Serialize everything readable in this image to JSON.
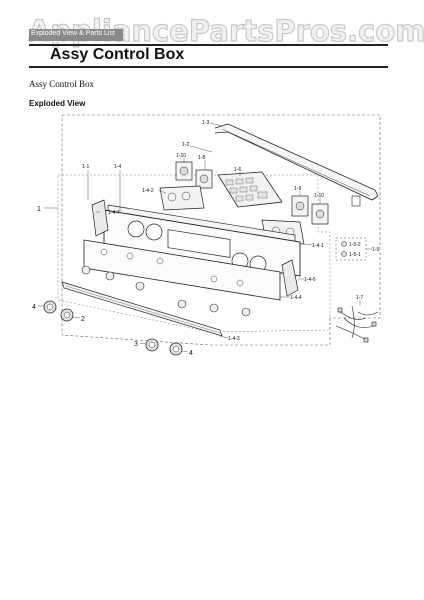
{
  "watermark": "AppliancePartsPros.com",
  "breadcrumb": "Exploded View & Parts List",
  "page_title": "Assy Control Box",
  "subtitle": "Assy Control Box",
  "section_title": "Exploded View",
  "callouts": {
    "c1_3": "1-3",
    "c1_2": "1-2",
    "c1_10a": "1-10",
    "c1_8": "1-8",
    "c1_6": "1-6",
    "c1_1": "1-1",
    "c1_4": "1-4",
    "c1_4_2": "1-4-2",
    "c1_4_7": "1-4-7",
    "c1_9": "1-9",
    "c1_10b": "1-10",
    "c1_4_1": "1-4-1",
    "c1_5": "1-5",
    "c1_5_2": "1-5-2",
    "c1_5_1": "1-5-1",
    "c1_4_6": "1-4-6",
    "c1_4_4": "1-4-4",
    "c1_4_3": "1-4-3",
    "c1_7": "1-7",
    "c1": "1",
    "c4a": "4",
    "c2": "2",
    "c3": "3",
    "c4b": "4"
  }
}
